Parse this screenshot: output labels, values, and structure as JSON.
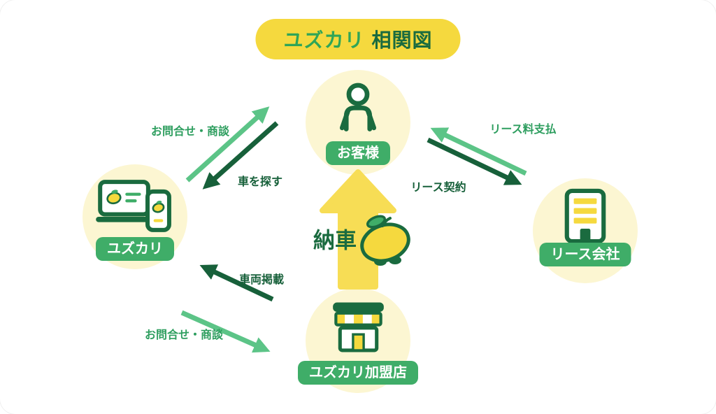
{
  "title": {
    "brand": "ユズカリ",
    "suffix": "相関図"
  },
  "nodes": {
    "customer": {
      "label": "お客様",
      "icon": "person-icon"
    },
    "yuzukari": {
      "label": "ユズカリ",
      "icon": "devices-icon"
    },
    "lease_company": {
      "label": "リース会社",
      "icon": "building-icon"
    },
    "member_store": {
      "label": "ユズカリ加盟店",
      "icon": "storefront-icon"
    }
  },
  "edges": {
    "inquiry_top": {
      "label": "お問合せ・商談",
      "between": [
        "ユズカリ",
        "お客様"
      ],
      "arrow_color": "light-green"
    },
    "search_car": {
      "label": "車を探す",
      "between": [
        "お客様",
        "ユズカリ"
      ],
      "arrow_color": "dark-green"
    },
    "lease_payment": {
      "label": "リース料支払",
      "between": [
        "リース会社",
        "お客様"
      ],
      "arrow_color": "light-green"
    },
    "lease_contract": {
      "label": "リース契約",
      "between": [
        "お客様",
        "リース会社"
      ],
      "arrow_color": "dark-green"
    },
    "vehicle_listing": {
      "label": "車両掲載",
      "between": [
        "ユズカリ加盟店",
        "ユズカリ"
      ],
      "arrow_color": "dark-green"
    },
    "inquiry_bottom": {
      "label": "お問合せ・商談",
      "between": [
        "ユズカリ",
        "ユズカリ加盟店"
      ],
      "arrow_color": "light-green"
    },
    "delivery": {
      "label": "納車",
      "between": [
        "ユズカリ加盟店",
        "お客様"
      ],
      "arrow_color": "yellow-block-arrow"
    }
  },
  "colors": {
    "brand_yellow": "#F5D93E",
    "node_circle_yellow": "#FCF6D2",
    "label_pill_green": "#3FAD68",
    "dark_green": "#1A6B3F",
    "light_green": "#5CC487",
    "delivery_arrow_yellow": "#F7DD55"
  }
}
